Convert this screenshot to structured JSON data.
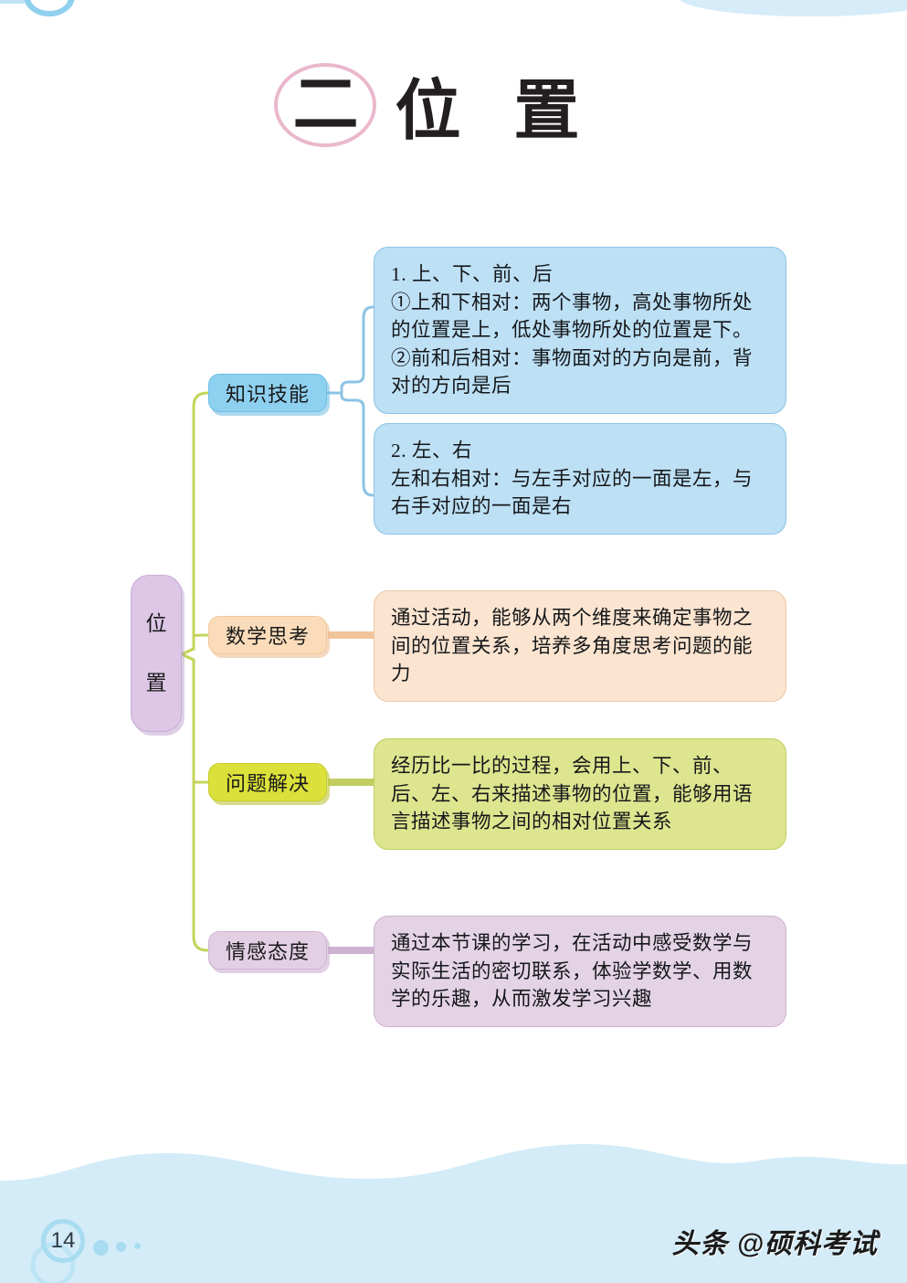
{
  "page": {
    "title_number": "二",
    "title_text": "位置",
    "page_number": "14",
    "watermark": "头条 @硕科考试"
  },
  "mindmap": {
    "root": {
      "label": "位置",
      "chars": [
        "位",
        "置"
      ],
      "color": "#ddc6e6"
    },
    "branches": [
      {
        "label": "知识技能",
        "color": "#8ed0f0",
        "boxes": [
          {
            "color": "#bde0f5",
            "text": "1. 上、下、前、后\n①上和下相对：两个事物，高处事物所处的位置是上，低处事物所处的位置是下。\n②前和后相对：事物面对的方向是前，背对的方向是后"
          },
          {
            "color": "#bde0f5",
            "text": "2. 左、右\n左和右相对：与左手对应的一面是左，与右手对应的一面是右"
          }
        ]
      },
      {
        "label": "数学思考",
        "color": "#fbdcba",
        "boxes": [
          {
            "color": "#fbe4d0",
            "text": "通过活动，能够从两个维度来确定事物之间的位置关系，培养多角度思考问题的能力"
          }
        ]
      },
      {
        "label": "问题解决",
        "color": "#dbe03a",
        "boxes": [
          {
            "color": "#dde58f",
            "text": "经历比一比的过程，会用上、下、前、后、左、右来描述事物的位置，能够用语言描述事物之间的相对位置关系"
          }
        ]
      },
      {
        "label": "情感态度",
        "color": "#e3cfe4",
        "boxes": [
          {
            "color": "#e4d3e5",
            "text": "通过本节课的学习，在活动中感受数学与实际生活的密切联系，体验学数学、用数学的乐趣，从而激发学习兴趣"
          }
        ]
      }
    ],
    "connector_colors": {
      "root_brace": "#c4d45a",
      "skill_brace": "#8cc3e4",
      "think_link": "#f0c49a",
      "solve_link": "#c2cd62",
      "emotion_link": "#cdb2d1"
    }
  },
  "decoration": {
    "wave_color": "#d3ecf8",
    "accent_blue": "#a8dcf0",
    "title_circle_color": "#eab8cd"
  }
}
